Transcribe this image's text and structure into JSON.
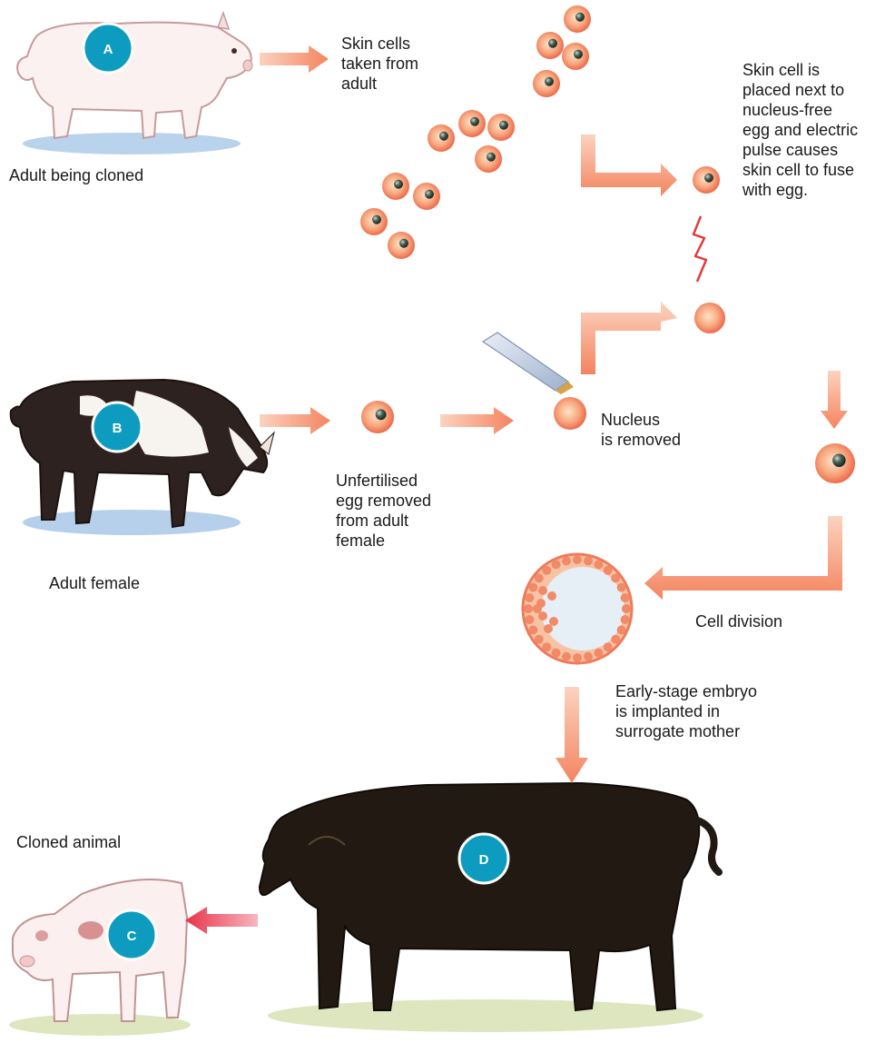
{
  "labels": {
    "skin_cells": "Skin cells\ntaken from\nadult",
    "adult_cloned": "Adult being cloned",
    "fuse": "Skin cell is\nplaced next to\nnucleus-free\negg and electric\npulse causes\nskin cell to fuse\nwith egg.",
    "nucleus": "Nucleus\nis removed",
    "unfertilised": "Unfertilised\negg removed\nfrom adult\nfemale",
    "adult_female": "Adult female",
    "cell_division": "Cell division",
    "implant": "Early-stage embryo\nis implanted in\nsurrogate mother",
    "cloned_animal": "Cloned animal"
  },
  "badges": {
    "a": "A",
    "b": "B",
    "c": "C",
    "d": "D"
  },
  "colors": {
    "arrow": "#f4845f",
    "arrow_red": "#e8334a",
    "badge": "#0e9bc0",
    "cell_outer": "#f26b4f",
    "cell_inner": "#fcd8b8",
    "nucleus": "#2e4a3e",
    "ground": "#a9c8e8",
    "ground_green": "#d8e2b4"
  },
  "icons": [
    "pig-white-icon",
    "pig-spotted-icon",
    "pig-black-icon",
    "piglet-icon",
    "pipette-icon",
    "lightning-icon",
    "blastocyst-icon"
  ]
}
